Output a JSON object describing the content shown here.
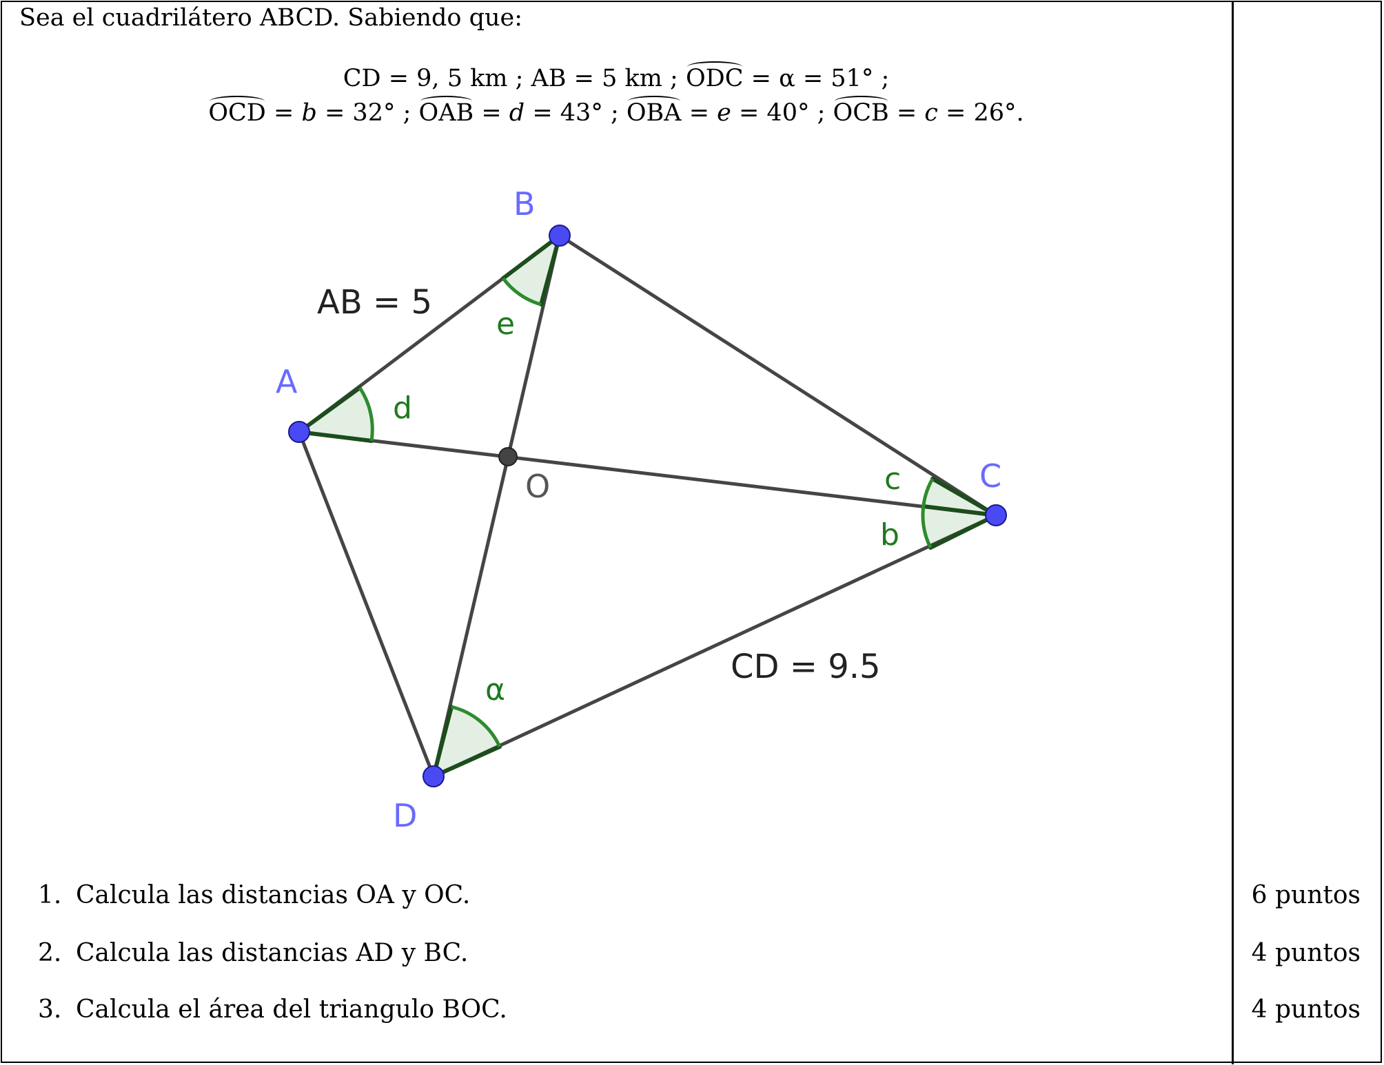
{
  "intro": "Sea el cuadrilátero ABCD. Sabiendo que:",
  "given": {
    "cd": "CD = 9, 5 km ; AB = 5 km ;",
    "odc_angle": "ODC",
    "odc_value": " = α = 51° ;",
    "ocd_angle": "OCD",
    "ocd_mid": " = ",
    "ocd_var": "b",
    "ocd_value": " = 32° ; ",
    "oab_angle": "OAB",
    "oab_mid": " = ",
    "oab_var": "d",
    "oab_value": " = 43° ; ",
    "oba_angle": "OBA",
    "oba_mid": " = ",
    "oba_var": "e",
    "oba_value": " = 40° ; ",
    "ocb_angle": "OCB",
    "ocb_mid": " = ",
    "ocb_var": "c",
    "ocb_value": " = 26°."
  },
  "figure": {
    "point_labels": {
      "A": "A",
      "B": "B",
      "C": "C",
      "D": "D",
      "O": "O"
    },
    "angle_labels": {
      "d": "d",
      "e": "e",
      "c": "c",
      "b": "b",
      "alpha": "α"
    },
    "segment_labels": {
      "ab": "AB = 5",
      "cd": "CD = 9.5"
    },
    "colors": {
      "vertex": "#4a4af5",
      "vertex_label": "#6a6aff",
      "center_point": "#444444",
      "segment": "#454545",
      "angle_arc": "#2e8b2e",
      "angle_label": "#1f7a1f",
      "angle_fill": "#e4efe4",
      "segment_label": "#222222"
    }
  },
  "tasks": [
    {
      "num": "1.",
      "text": "Calcula las distancias OA y OC.",
      "points": "6 puntos"
    },
    {
      "num": "2.",
      "text": "Calcula las distancias AD y BC.",
      "points": "4 puntos"
    },
    {
      "num": "3.",
      "text": "Calcula el área del triangulo BOC.",
      "points": "4 puntos"
    }
  ]
}
